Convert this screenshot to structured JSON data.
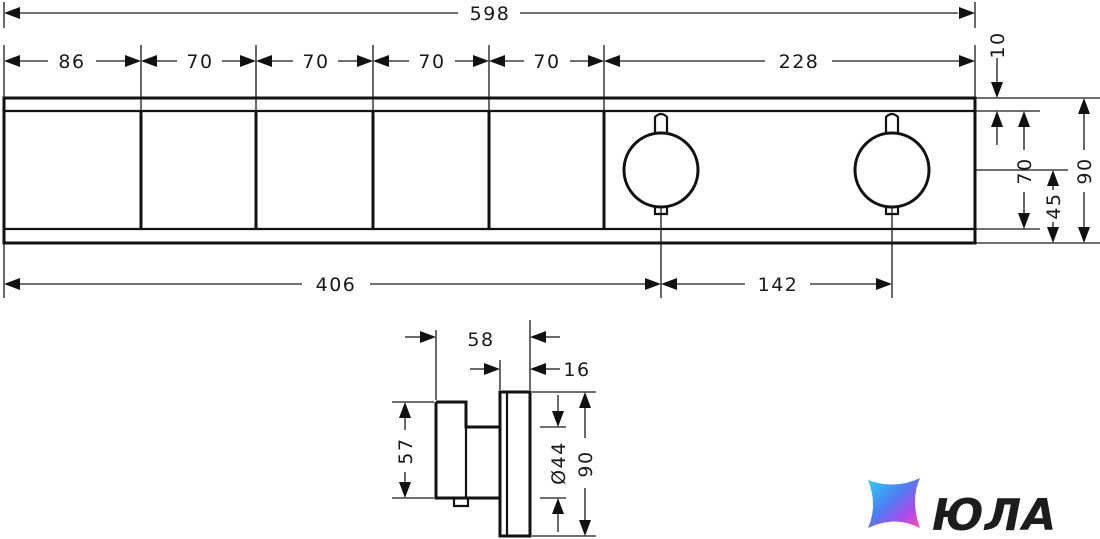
{
  "dimensions": {
    "total_width": "598",
    "w1": "86",
    "w2": "70",
    "w3": "70",
    "w4": "70",
    "w5": "70",
    "w6": "228",
    "top_gap": "10",
    "h70": "70",
    "h45": "45",
    "h90": "90",
    "left_span": "406",
    "knob_span": "142",
    "side_58": "58",
    "side_16": "16",
    "side_57": "57",
    "side_dia44": "Ø44",
    "side_90": "90"
  },
  "logo": {
    "text": "ЮЛА",
    "icon": "star-gradient-icon"
  }
}
